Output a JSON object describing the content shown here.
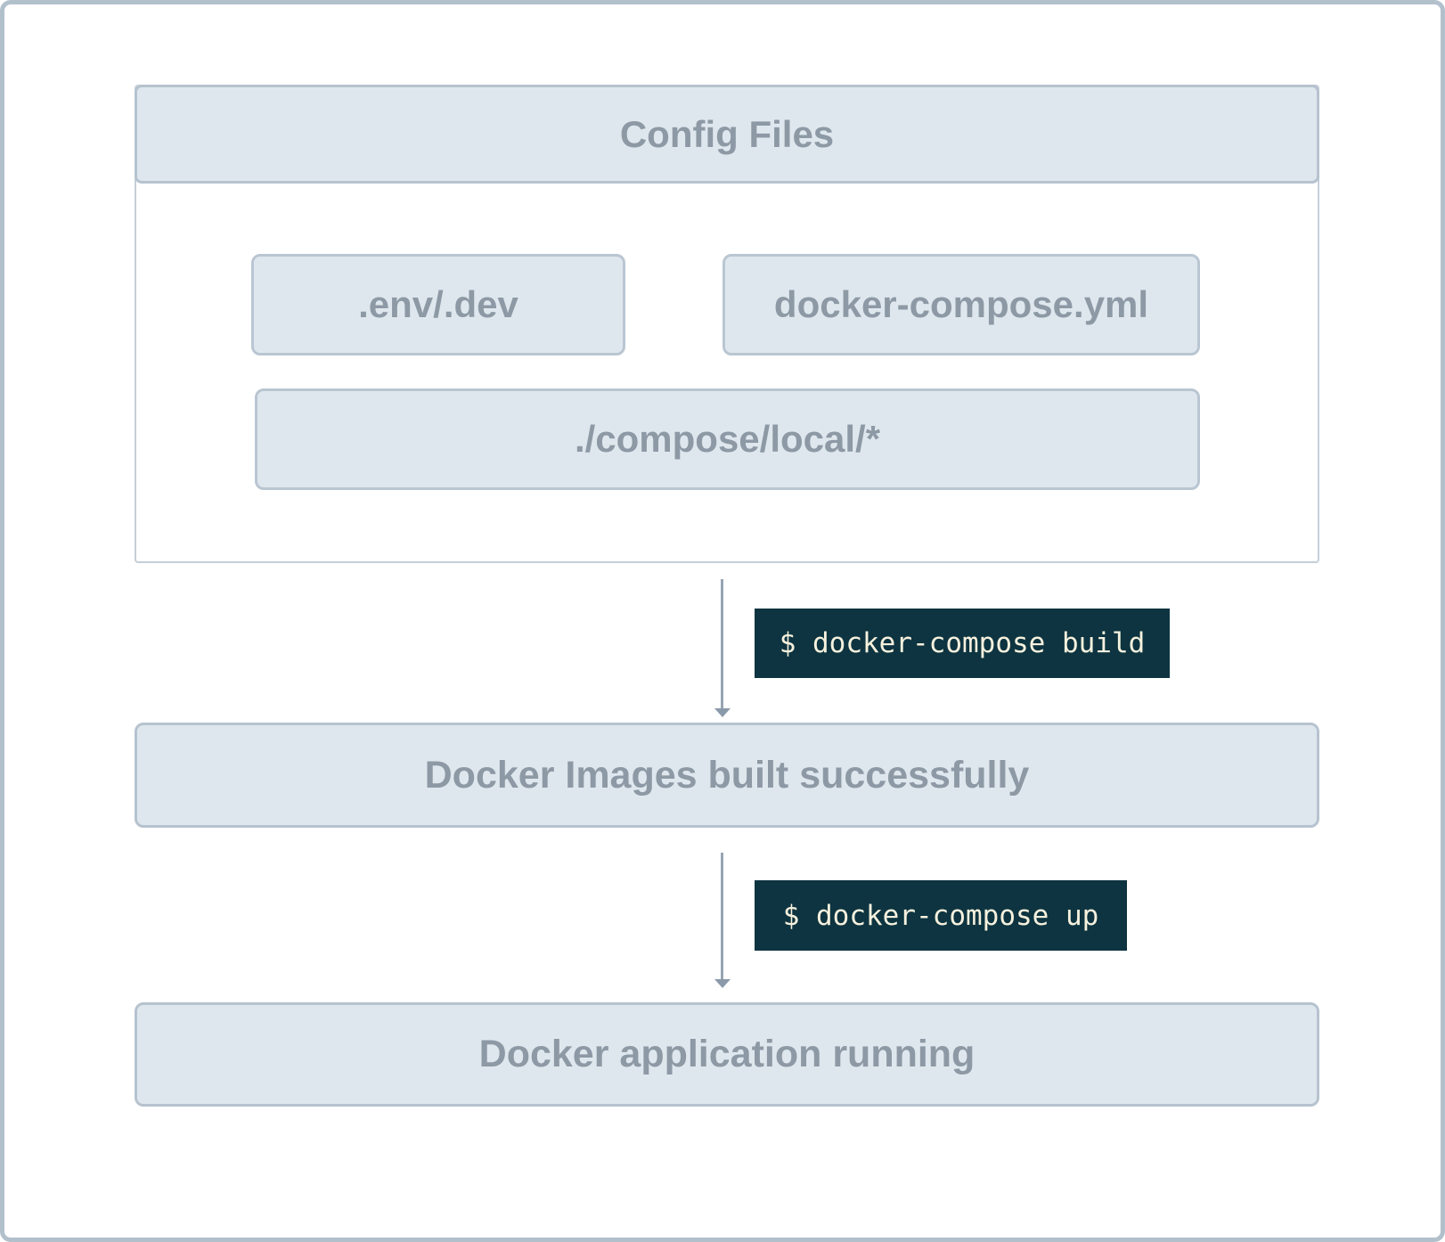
{
  "colors": {
    "outer_border": "#b2c0cc",
    "panel_fill": "#dfe7ee",
    "panel_border": "#b6c3cf",
    "label_text": "#8d99a5",
    "code_background": "#0d3440",
    "code_text": "#f6f1de",
    "arrow": "#97a5b3"
  },
  "config_group": {
    "title": "Config Files",
    "files": [
      {
        "label": ".env/.dev"
      },
      {
        "label": "docker-compose.yml"
      },
      {
        "label": "./compose/local/*"
      }
    ]
  },
  "flow": {
    "build_command": "$ docker-compose build",
    "images_built_state": "Docker Images built successfully",
    "up_command": "$ docker-compose up",
    "app_running_state": "Docker application running"
  }
}
